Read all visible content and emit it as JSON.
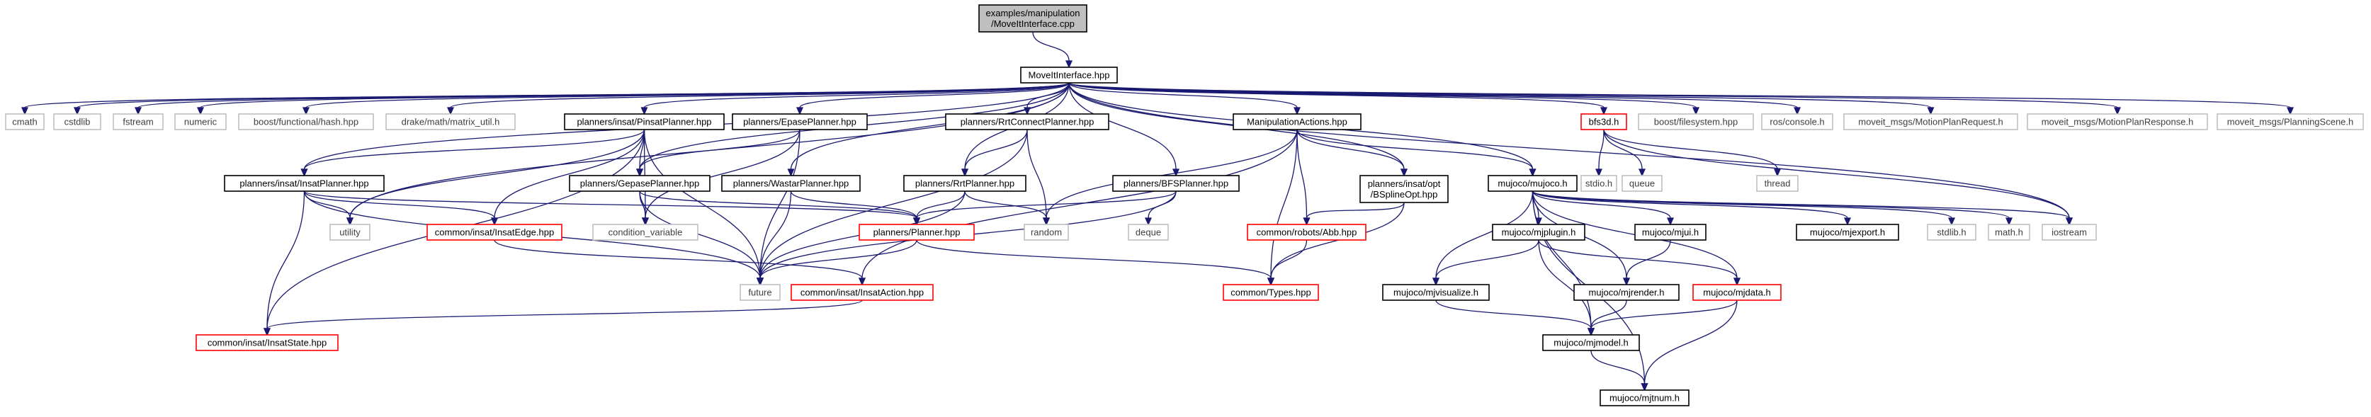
{
  "colors": {
    "edge": "#191970",
    "doc_border": "#000000",
    "undoc_border": "#bfbfbf",
    "truncated_border": "#ff0000",
    "root_fill": "#bfbfbf",
    "text": "#000000",
    "text_ext": "#3f3f3f"
  },
  "nodes": [
    {
      "id": "root",
      "lines": [
        "examples/manipulation",
        "/MoveItInterface.cpp"
      ],
      "kind": "root"
    },
    {
      "id": "mi",
      "lines": [
        "MoveItInterface.hpp"
      ],
      "kind": "doc"
    },
    {
      "id": "cmath",
      "lines": [
        "cmath"
      ],
      "kind": "ext"
    },
    {
      "id": "cstdlib",
      "lines": [
        "cstdlib"
      ],
      "kind": "ext"
    },
    {
      "id": "fstream",
      "lines": [
        "fstream"
      ],
      "kind": "ext"
    },
    {
      "id": "numeric",
      "lines": [
        "numeric"
      ],
      "kind": "ext"
    },
    {
      "id": "bfhash",
      "lines": [
        "boost/functional/hash.hpp"
      ],
      "kind": "ext"
    },
    {
      "id": "drake",
      "lines": [
        "drake/math/matrix_util.h"
      ],
      "kind": "ext"
    },
    {
      "id": "pinsat",
      "lines": [
        "planners/insat/PinsatPlanner.hpp"
      ],
      "kind": "doc"
    },
    {
      "id": "epase",
      "lines": [
        "planners/EpasePlanner.hpp"
      ],
      "kind": "doc"
    },
    {
      "id": "rrtc",
      "lines": [
        "planners/RrtConnectPlanner.hpp"
      ],
      "kind": "doc"
    },
    {
      "id": "manip",
      "lines": [
        "ManipulationActions.hpp"
      ],
      "kind": "doc"
    },
    {
      "id": "bfs3d",
      "lines": [
        "bfs3d.h"
      ],
      "kind": "trunc"
    },
    {
      "id": "bfs",
      "lines": [
        "boost/filesystem.hpp"
      ],
      "kind": "ext"
    },
    {
      "id": "roscon",
      "lines": [
        "ros/console.h"
      ],
      "kind": "ext"
    },
    {
      "id": "mmpreq",
      "lines": [
        "moveit_msgs/MotionPlanRequest.h"
      ],
      "kind": "ext"
    },
    {
      "id": "mmpres",
      "lines": [
        "moveit_msgs/MotionPlanResponse.h"
      ],
      "kind": "ext"
    },
    {
      "id": "mps",
      "lines": [
        "moveit_msgs/PlanningScene.h"
      ],
      "kind": "ext"
    },
    {
      "id": "insatp",
      "lines": [
        "planners/insat/InsatPlanner.hpp"
      ],
      "kind": "doc"
    },
    {
      "id": "gepase",
      "lines": [
        "planners/GepasePlanner.hpp"
      ],
      "kind": "doc"
    },
    {
      "id": "wastar",
      "lines": [
        "planners/WastarPlanner.hpp"
      ],
      "kind": "doc"
    },
    {
      "id": "rrt",
      "lines": [
        "planners/RrtPlanner.hpp"
      ],
      "kind": "doc"
    },
    {
      "id": "bfsp",
      "lines": [
        "planners/BFSPlanner.hpp"
      ],
      "kind": "doc"
    },
    {
      "id": "bspline",
      "lines": [
        "planners/insat/opt",
        "/BSplineOpt.hpp"
      ],
      "kind": "doc"
    },
    {
      "id": "mjh",
      "lines": [
        "mujoco/mujoco.h"
      ],
      "kind": "doc"
    },
    {
      "id": "stdio",
      "lines": [
        "stdio.h"
      ],
      "kind": "ext"
    },
    {
      "id": "queue",
      "lines": [
        "queue"
      ],
      "kind": "ext"
    },
    {
      "id": "thread",
      "lines": [
        "thread"
      ],
      "kind": "ext"
    },
    {
      "id": "utility",
      "lines": [
        "utility"
      ],
      "kind": "ext"
    },
    {
      "id": "iedge",
      "lines": [
        "common/insat/InsatEdge.hpp"
      ],
      "kind": "trunc"
    },
    {
      "id": "condvar",
      "lines": [
        "condition_variable"
      ],
      "kind": "ext"
    },
    {
      "id": "planner",
      "lines": [
        "planners/Planner.hpp"
      ],
      "kind": "trunc"
    },
    {
      "id": "random",
      "lines": [
        "random"
      ],
      "kind": "ext"
    },
    {
      "id": "deque",
      "lines": [
        "deque"
      ],
      "kind": "ext"
    },
    {
      "id": "abb",
      "lines": [
        "common/robots/Abb.hpp"
      ],
      "kind": "trunc"
    },
    {
      "id": "mjplugin",
      "lines": [
        "mujoco/mjplugin.h"
      ],
      "kind": "doc"
    },
    {
      "id": "mjui",
      "lines": [
        "mujoco/mjui.h"
      ],
      "kind": "doc"
    },
    {
      "id": "mjexport",
      "lines": [
        "mujoco/mjexport.h"
      ],
      "kind": "doc"
    },
    {
      "id": "stdlib",
      "lines": [
        "stdlib.h"
      ],
      "kind": "ext"
    },
    {
      "id": "mathh",
      "lines": [
        "math.h"
      ],
      "kind": "ext"
    },
    {
      "id": "iostream",
      "lines": [
        "iostream"
      ],
      "kind": "ext"
    },
    {
      "id": "future",
      "lines": [
        "future"
      ],
      "kind": "ext"
    },
    {
      "id": "iaction",
      "lines": [
        "common/insat/InsatAction.hpp"
      ],
      "kind": "trunc"
    },
    {
      "id": "types",
      "lines": [
        "common/Types.hpp"
      ],
      "kind": "trunc"
    },
    {
      "id": "mjvis",
      "lines": [
        "mujoco/mjvisualize.h"
      ],
      "kind": "doc"
    },
    {
      "id": "mjrender",
      "lines": [
        "mujoco/mjrender.h"
      ],
      "kind": "doc"
    },
    {
      "id": "mjdata",
      "lines": [
        "mujoco/mjdata.h"
      ],
      "kind": "trunc"
    },
    {
      "id": "istate",
      "lines": [
        "common/insat/InsatState.hpp"
      ],
      "kind": "trunc"
    },
    {
      "id": "mjmodel",
      "lines": [
        "mujoco/mjmodel.h"
      ],
      "kind": "doc"
    },
    {
      "id": "mjtnum",
      "lines": [
        "mujoco/mjtnum.h"
      ],
      "kind": "doc"
    }
  ]
}
